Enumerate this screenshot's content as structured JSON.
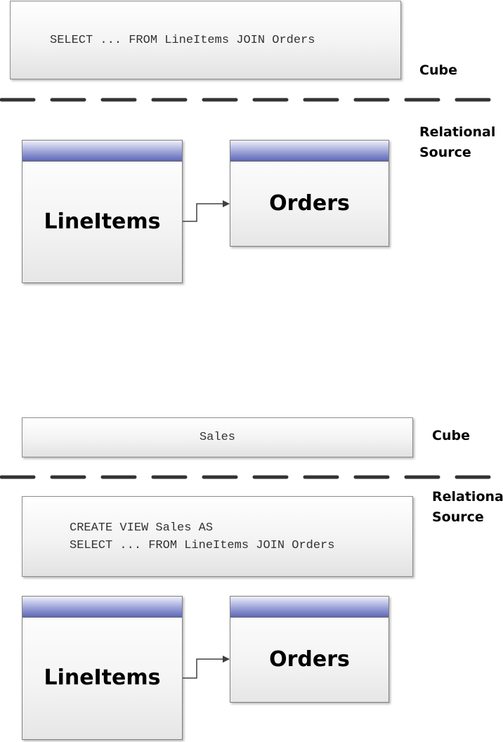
{
  "top": {
    "query_box": {
      "text": "SELECT ... FROM LineItems JOIN Orders"
    },
    "cube_label": "Cube",
    "relational_label_line1": "Relational",
    "relational_label_line2": "Source",
    "tables": {
      "left": "LineItems",
      "right": "Orders"
    }
  },
  "bottom": {
    "sales_box": {
      "text": "Sales"
    },
    "cube_label": "Cube",
    "relational_label_line1": "Relational",
    "relational_label_line2": "Source",
    "view_box": {
      "line1": "CREATE VIEW Sales AS",
      "line2": "SELECT ... FROM LineItems JOIN Orders"
    },
    "tables": {
      "left": "LineItems",
      "right": "Orders"
    }
  },
  "colors": {
    "table_header": "#5d67b7",
    "divider": "#333333",
    "arrow": "#404040"
  }
}
